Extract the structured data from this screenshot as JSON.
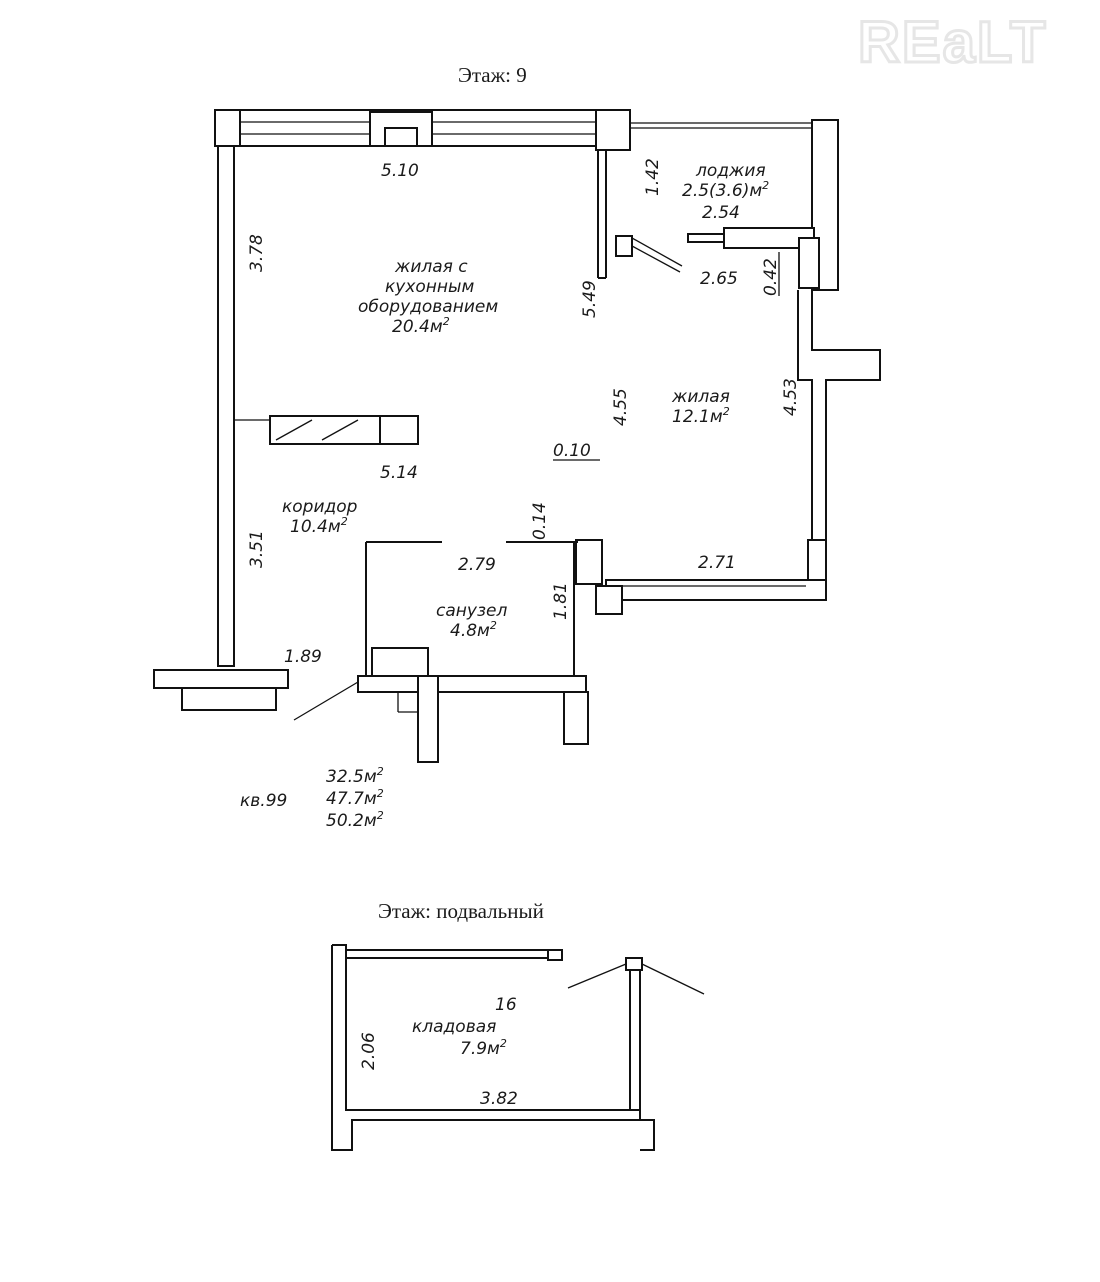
{
  "watermark": "REaLT",
  "floor9": {
    "heading": "Этаж: 9",
    "rooms": {
      "living_kitchen": {
        "line1": "жилая с",
        "line2": "кухонным",
        "line3": "оборудованием",
        "area": "20.4м"
      },
      "living": {
        "name": "жилая",
        "area": "12.1м"
      },
      "loggia": {
        "name": "лоджия",
        "area": "2.5(3.6)м"
      },
      "corridor": {
        "name": "коридор",
        "area": "10.4м"
      },
      "bathroom": {
        "name": "санузел",
        "area": "4.8м"
      }
    },
    "dimensions": {
      "d510": "5.10",
      "d378": "3.78",
      "d549": "5.49",
      "d142": "1.42",
      "d254": "2.54",
      "d265": "2.65",
      "d042": "0.42",
      "d455": "4.55",
      "d453": "4.53",
      "d010": "0.10",
      "d514": "5.14",
      "d014": "0.14",
      "d351": "3.51",
      "d279": "2.79",
      "d271": "2.71",
      "d181": "1.81",
      "d189": "1.89"
    },
    "apartment": {
      "label": "кв.99",
      "area_living": "32.5м",
      "area_total": "47.7м",
      "area_with_loggia": "50.2м"
    },
    "sup": "2"
  },
  "basement": {
    "heading": "Этаж: подвальный",
    "room_number": "16",
    "room_name": "кладовая",
    "room_area": "7.9м",
    "d206": "2.06",
    "d382": "3.82"
  }
}
